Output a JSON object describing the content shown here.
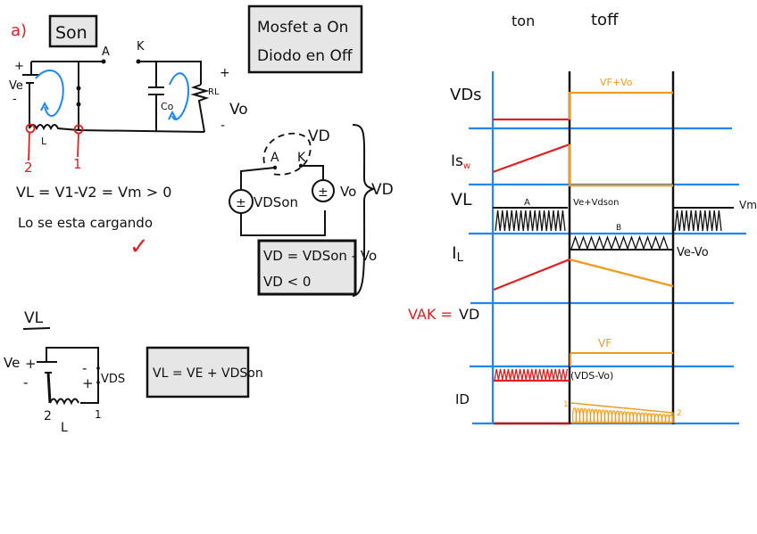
{
  "colors": {
    "ink": "#111111",
    "red": "#e02020",
    "blue": "#1e88f0",
    "orange": "#f39a1e",
    "box_fill": "#e6e6e6"
  },
  "left_panel": {
    "part_label": "a)",
    "title_box": "Son",
    "node_a": "A",
    "node_k": "K",
    "ve_label": "Ve",
    "ve_plus": "+",
    "ve_minus": "-",
    "inductor_label": "L",
    "cap_label": "Co",
    "load_label": "RL",
    "vo_label": "Vo",
    "vo_plus": "+",
    "vo_minus": "-",
    "node_2": "2",
    "node_1": "1",
    "eq_vl": "VL = V1-V2 = Vm > 0",
    "note_charging": "Lo se esta cargando",
    "check_mark": "✓"
  },
  "state_box": {
    "line1": "Mosfet a On",
    "line2": "Diodo en Off"
  },
  "diode_circuit": {
    "vd_top": "VD",
    "node_a": "A",
    "node_k": "K",
    "source_left": "VDSon",
    "source_right": "Vo",
    "brace_label": "VD",
    "eq1": "VD = VDSon - Vo",
    "eq2": "VD < 0"
  },
  "vl_circuit": {
    "heading": "VL",
    "ve_label": "Ve",
    "plus_left": "+",
    "minus_left": "-",
    "minus_right": "-",
    "plus_right": "+",
    "vds_label": "VDS",
    "node_2": "2",
    "node_1": "1",
    "l_label": "L",
    "eq": "VL = VE + VDSon"
  },
  "timing": {
    "ton": "ton",
    "toff": "toff",
    "vds": {
      "label": "VDs",
      "off_value": "VF+Vo"
    },
    "isw": {
      "label": "Isw"
    },
    "vl": {
      "label": "VL",
      "area_a": "A",
      "ton_value": "Ve+Vdson",
      "area_b": "B",
      "toff_value": "Ve-Vo",
      "right_value": "Vm"
    },
    "il": {
      "label": "IL"
    },
    "vak": {
      "label_red": "VAK =",
      "label_black": "VD",
      "off_value": "VF",
      "on_value": "(VDS-Vo)"
    },
    "id": {
      "label": "ID",
      "start_marker": "1",
      "end_marker": "2"
    }
  }
}
